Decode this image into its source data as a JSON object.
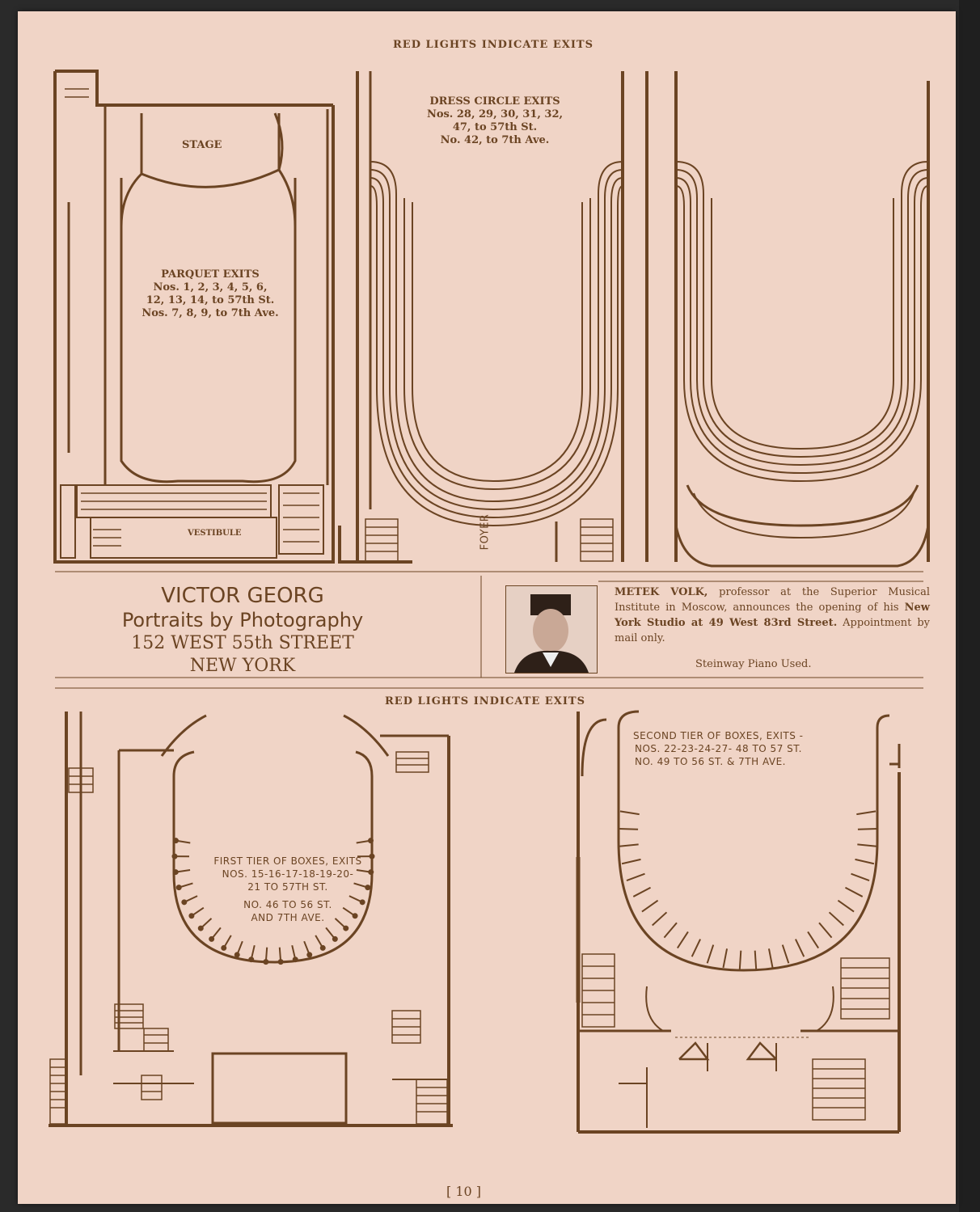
{
  "headers": {
    "top": "RED LIGHTS INDICATE EXITS",
    "middle": "RED LIGHTS INDICATE EXITS"
  },
  "parquet": {
    "stage": "STAGE",
    "vestibule": "VESTIBULE",
    "title": "PARQUET EXITS",
    "line1": "Nos. 1, 2, 3, 4, 5, 6,",
    "line2": "12, 13, 14, to 57th St.",
    "line3": "Nos. 7, 8, 9, to 7th Ave."
  },
  "dress_circle": {
    "title": "DRESS CIRCLE EXITS",
    "line1": "Nos. 28, 29, 30, 31, 32,",
    "line2": "47, to 57th St.",
    "line3": "No. 42, to 7th Ave.",
    "foyer": "FOYER"
  },
  "first_tier": {
    "line1": "FIRST TIER OF BOXES, EXITS",
    "line2": "NOS. 15-16-17-18-19-20-",
    "line3": "21 TO 57TH ST.",
    "line4": "NO. 46 TO 56 ST.",
    "line5": "AND 7TH AVE."
  },
  "second_tier": {
    "line1": "SECOND TIER OF BOXES, EXITS -",
    "line2": "NOS. 22-23-24-27- 48 TO 57 ST.",
    "line3": "NO. 49 TO 56 ST. & 7TH AVE."
  },
  "ad_victor": {
    "name": "VICTOR GEORG",
    "tagline": "Portraits by Photography",
    "address": "152 WEST 55th STREET",
    "city": "NEW YORK"
  },
  "ad_volk": {
    "name": "METEK VOLK,",
    "text1": " professor at the Superior Musical Institute in Moscow, announces the opening of his ",
    "studio": "New York Studio at 49 West 83rd Street.",
    "text2": " Appointment by mail only.",
    "piano": "Steinway Piano Used."
  },
  "page_number": "[ 10 ]",
  "colors": {
    "ink": "#6b4423",
    "paper": "#f0d4c6"
  }
}
